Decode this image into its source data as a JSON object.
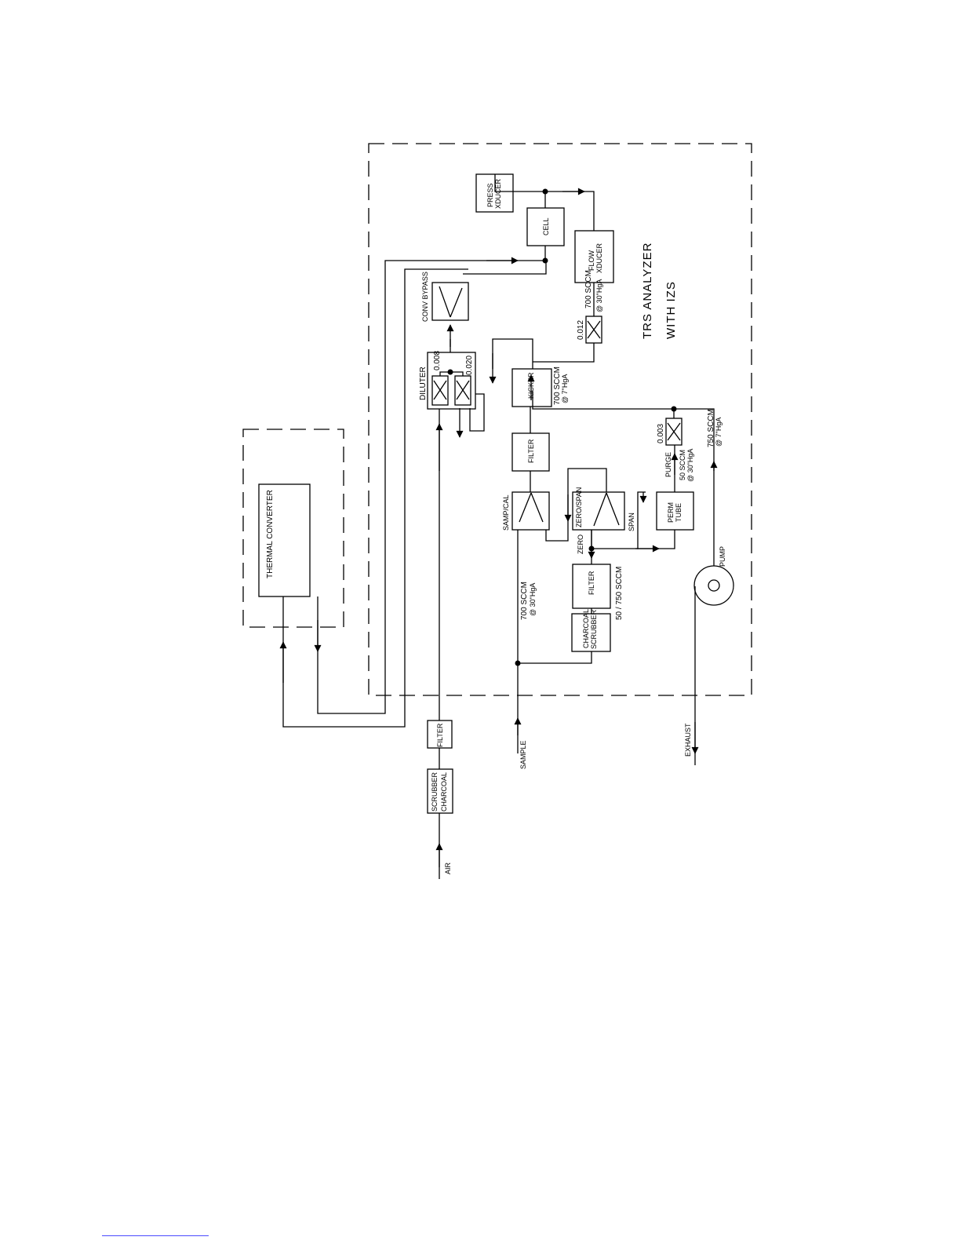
{
  "diagram": {
    "title_line1": "TRS ANALYZER",
    "title_line2": "WITH IZS",
    "components": {
      "thermal_converter": "THERMAL CONVERTER",
      "press_xducer_1": "PRESS",
      "press_xducer_2": "XDUCER",
      "cell": "CELL",
      "flow_xducer_1": "FLOW",
      "flow_xducer_2": "XDUCER",
      "conv_bypass": "CONV BYPASS",
      "diluter": "DILUTER",
      "kicker": "KICKER",
      "filter_main": "FILTER",
      "samp_cal": "SAMP/CAL",
      "zero_span": "ZERO/SPAN",
      "perm_tube_1": "PERM",
      "perm_tube_2": "TUBE",
      "filter_izs": "FILTER",
      "charcoal_scrubber_1": "CHARCOAL",
      "charcoal_scrubber_2": "SCRUBBER",
      "pump": "PUMP",
      "filter_air": "FILTER",
      "scrubber_charcoal_1": "SCRUBBER",
      "scrubber_charcoal_2": "CHARCOAL"
    },
    "labels": {
      "orifice_0012": "0.012",
      "flow_700_30_a": "700  SCCM",
      "flow_700_30_b": "@ 30\"HgA",
      "orifice_0008": "0.008",
      "orifice_0020": "0.020",
      "flow_700_7_a": "700  SCCM",
      "flow_700_7_b": "@ 7\"HgA",
      "orifice_0003": "0.003",
      "purge": "PURGE",
      "flow_50_a": "50  SCCM",
      "flow_50_b": "@ 30\"HgA",
      "flow_750_a": "750  SCCM",
      "flow_750_b": "@ 7\"HgA",
      "span": "SPAN",
      "zero": "ZERO",
      "flow_sample_a": "700  SCCM",
      "flow_sample_b": "@ 30\"HgA",
      "flow_izs": "50 / 750  SCCM",
      "sample": "SAMPLE",
      "exhaust": "EXHAUST",
      "air": "AIR"
    }
  }
}
